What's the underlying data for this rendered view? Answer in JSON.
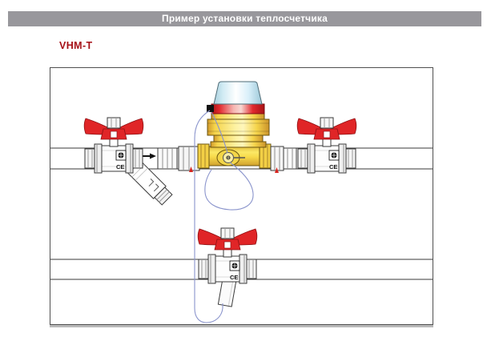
{
  "header": {
    "title": "Пример установки теплосчетчика"
  },
  "model_label": "VHM-T",
  "diagram": {
    "ce_mark": "CE",
    "components": [
      "inlet-ball-valve-with-butterfly-handle",
      "y-strainer-filter",
      "flow-direction-arrow",
      "union-fittings",
      "heat-meter-with-register-dome",
      "temperature-sensor-port",
      "outlet-ball-valve-with-butterfly-handle",
      "return-ball-valve-with-sensor-pocket",
      "temperature-sensor-cable"
    ],
    "colors": {
      "header_bar_gray": "#98979c",
      "model_label_red": "#a50f16",
      "handle_red": "#e02527",
      "brass_yellow": "#f7d94a",
      "meter_band_red": "#e12a2e",
      "dome_light_blue": "#cfeaf3",
      "cable_blue": "#8a94cc"
    }
  }
}
